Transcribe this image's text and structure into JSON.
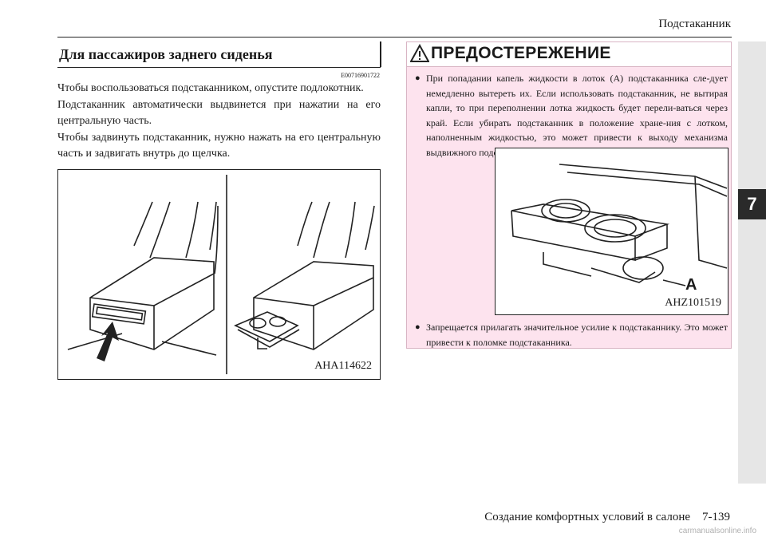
{
  "header": {
    "title": "Подстаканник"
  },
  "chapter_tab": "7",
  "section": {
    "heading": "Для пассажиров заднего сиденья",
    "ref_code": "E00716901722",
    "paragraphs": [
      "Чтобы воспользоваться подстаканником, опустите подлокотник.",
      "Подстаканник автоматически выдвинется при нажатии на его центральную часть.",
      "Чтобы задвинуть подстаканник, нужно нажать на его центральную часть и задвигать внутрь до щелчка."
    ],
    "figure_label": "AHA114622"
  },
  "warning": {
    "title": "ПРЕДОСТЕРЕЖЕНИЕ",
    "items": [
      "При попадании капель жидкости в лоток (А) подстаканника сле-дует немедленно вытереть их. Если использовать подстаканник, не вытирая капли, то при переполнении лотка жидкость будет перели-ваться через край. Если убирать подстаканник в положение хране-ния с лотком, наполненным жидкостью, это может привести к выходу механизма выдвижного подстаканника из строя.",
      "Запрещается прилагать значительное усилие к подстаканнику. Это может привести к поломке подстаканника."
    ],
    "figure_label": "AHZ101519",
    "figure_callout": "A"
  },
  "footer": {
    "text": "Создание комфортных условий в салоне    7-139"
  },
  "watermark": "carmanualsonline.info"
}
